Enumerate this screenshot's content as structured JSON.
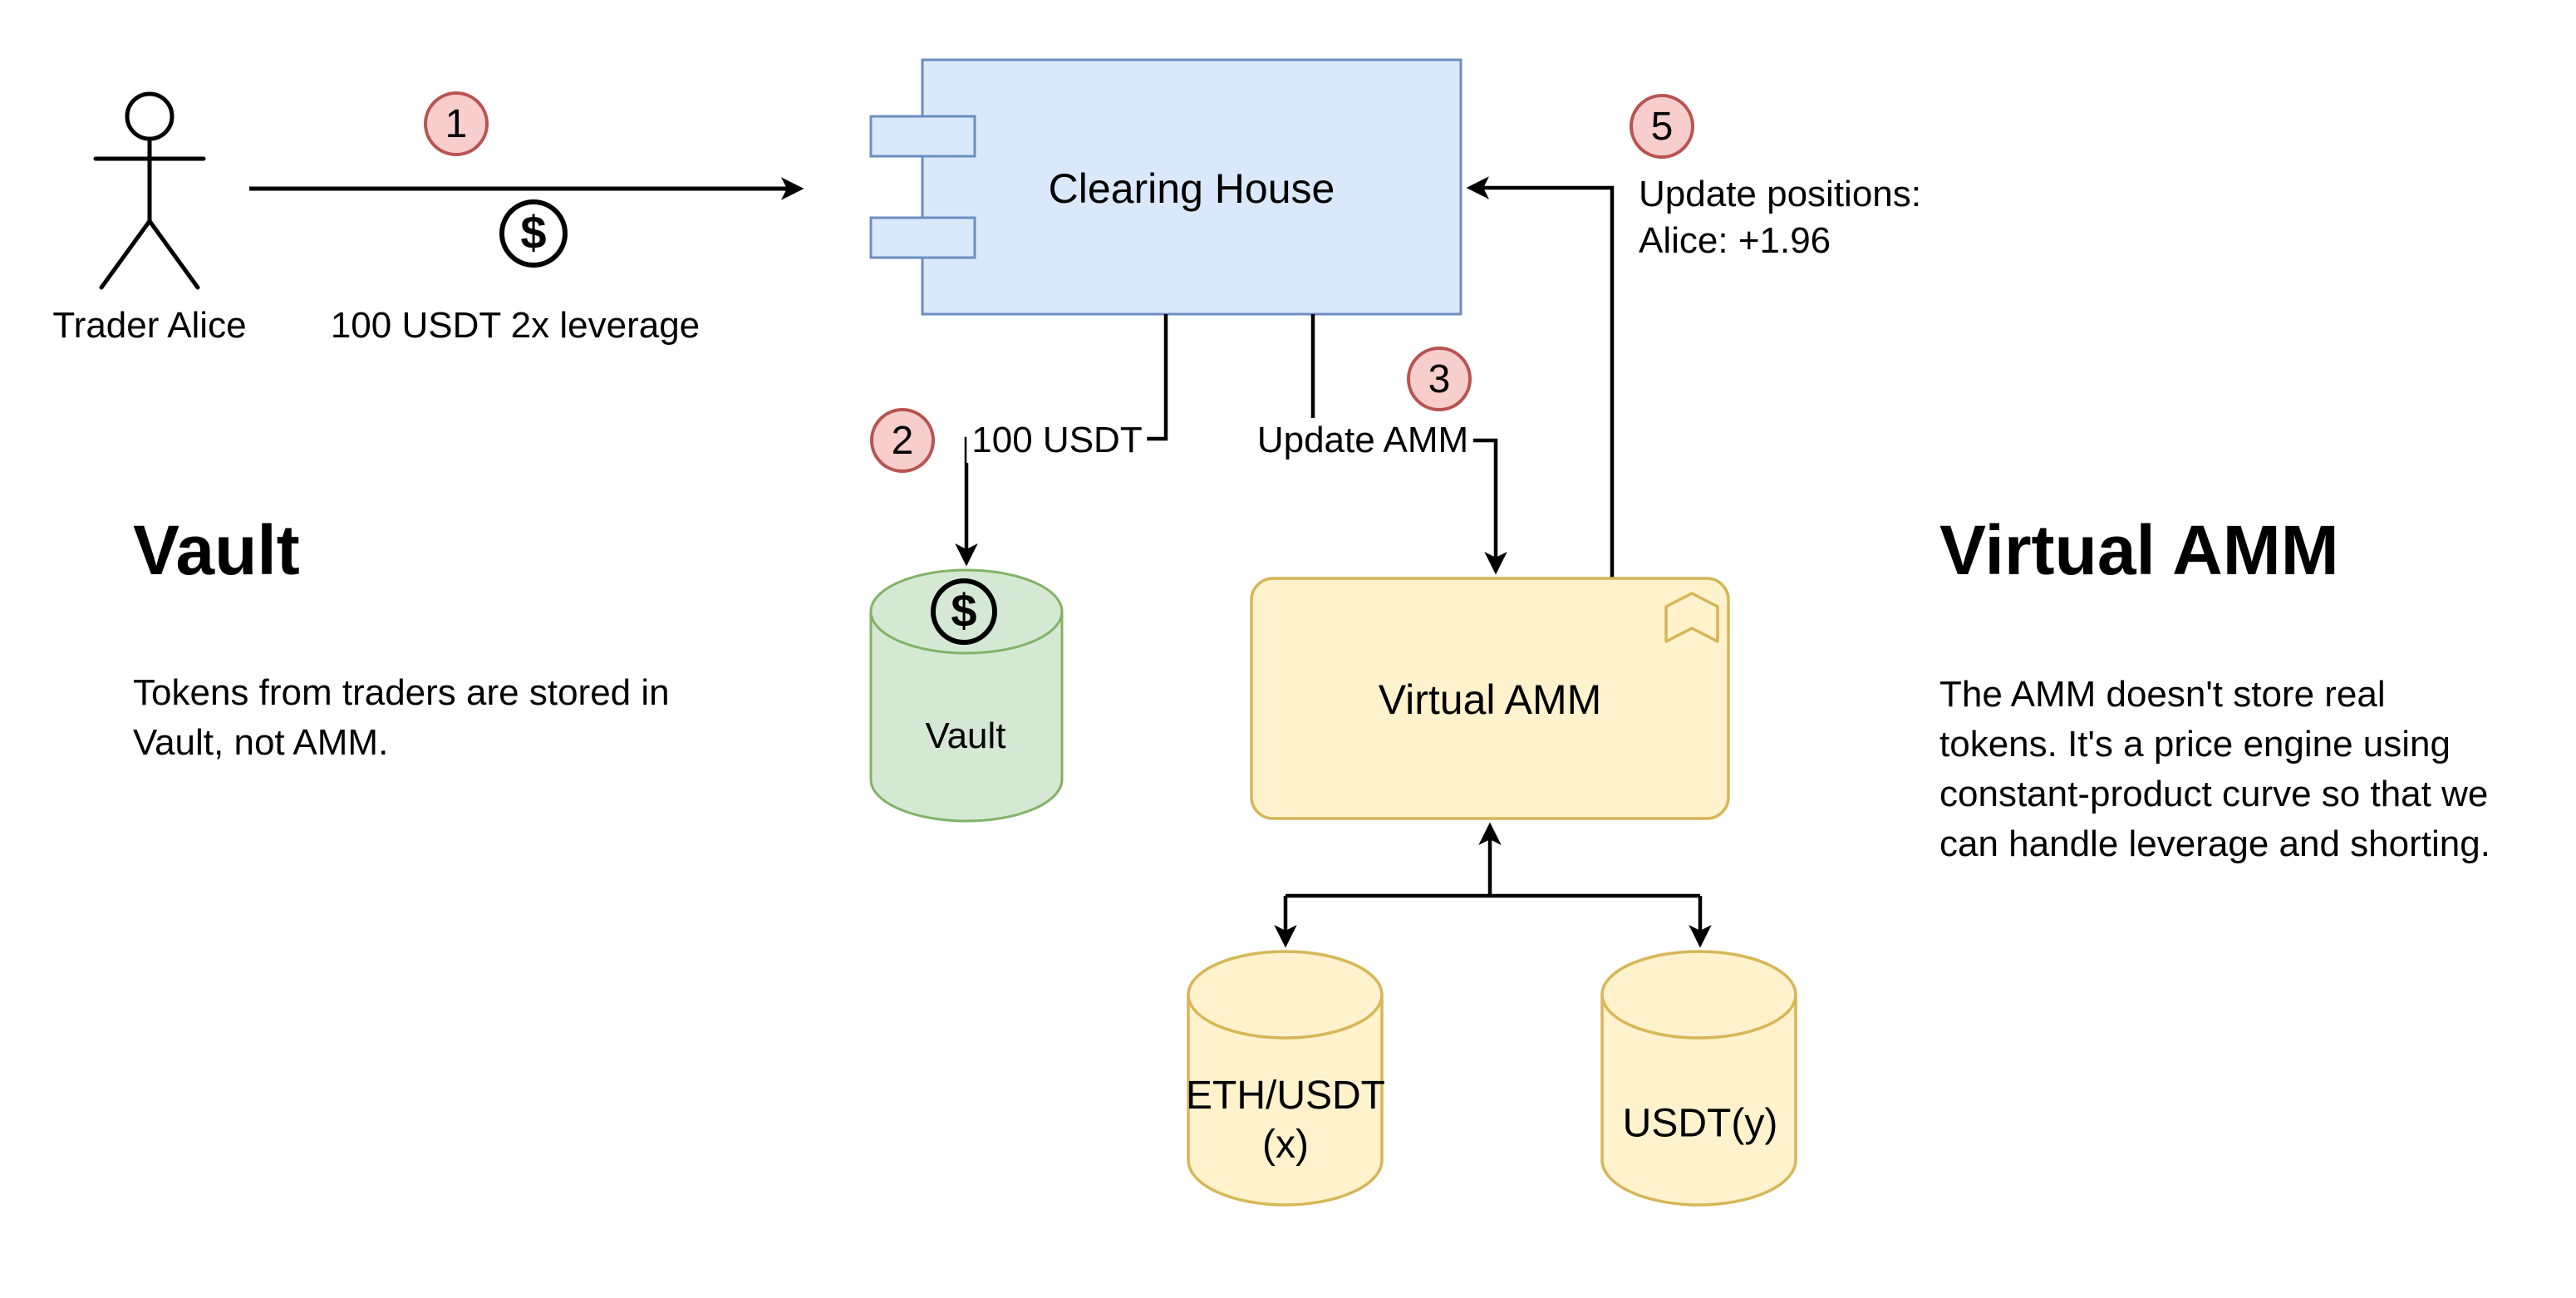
{
  "actor": {
    "label": "Trader Alice"
  },
  "steps": {
    "step1": {
      "badge": "1",
      "label": "100 USDT 2x leverage",
      "currency_icon": "$"
    },
    "step2": {
      "badge": "2",
      "label": "100 USDT"
    },
    "step3": {
      "badge": "3",
      "label": "Update AMM"
    },
    "step5": {
      "badge": "5",
      "lines": [
        "Update positions:",
        "Alice: +1.96"
      ]
    }
  },
  "nodes": {
    "clearing_house": {
      "title": "Clearing House"
    },
    "vault": {
      "label": "Vault",
      "currency_icon": "$"
    },
    "virtual_amm": {
      "title": "Virtual AMM"
    },
    "pool_x": {
      "lines": [
        "ETH/USDT",
        "(x)"
      ]
    },
    "pool_y": {
      "label": "USDT(y)"
    }
  },
  "notes": {
    "vault": {
      "heading": "Vault",
      "lines": [
        "Tokens from traders are stored in",
        "Vault, not AMM."
      ]
    },
    "virtual_amm": {
      "heading": "Virtual AMM",
      "lines": [
        "The AMM doesn't store real",
        "tokens. It's a price engine using",
        "constant-product curve so that we",
        "can handle leverage and shorting."
      ]
    }
  },
  "colors": {
    "clearing_house_fill": "#dae8fc",
    "clearing_house_stroke": "#6c8ebf",
    "vault_fill": "#d5e8d4",
    "vault_stroke": "#82b366",
    "amm_fill": "#fff2cc",
    "amm_stroke": "#d6b656",
    "badge_fill": "#f8cecc",
    "badge_stroke": "#b85450",
    "line": "#000000",
    "background": "#ffffff"
  }
}
